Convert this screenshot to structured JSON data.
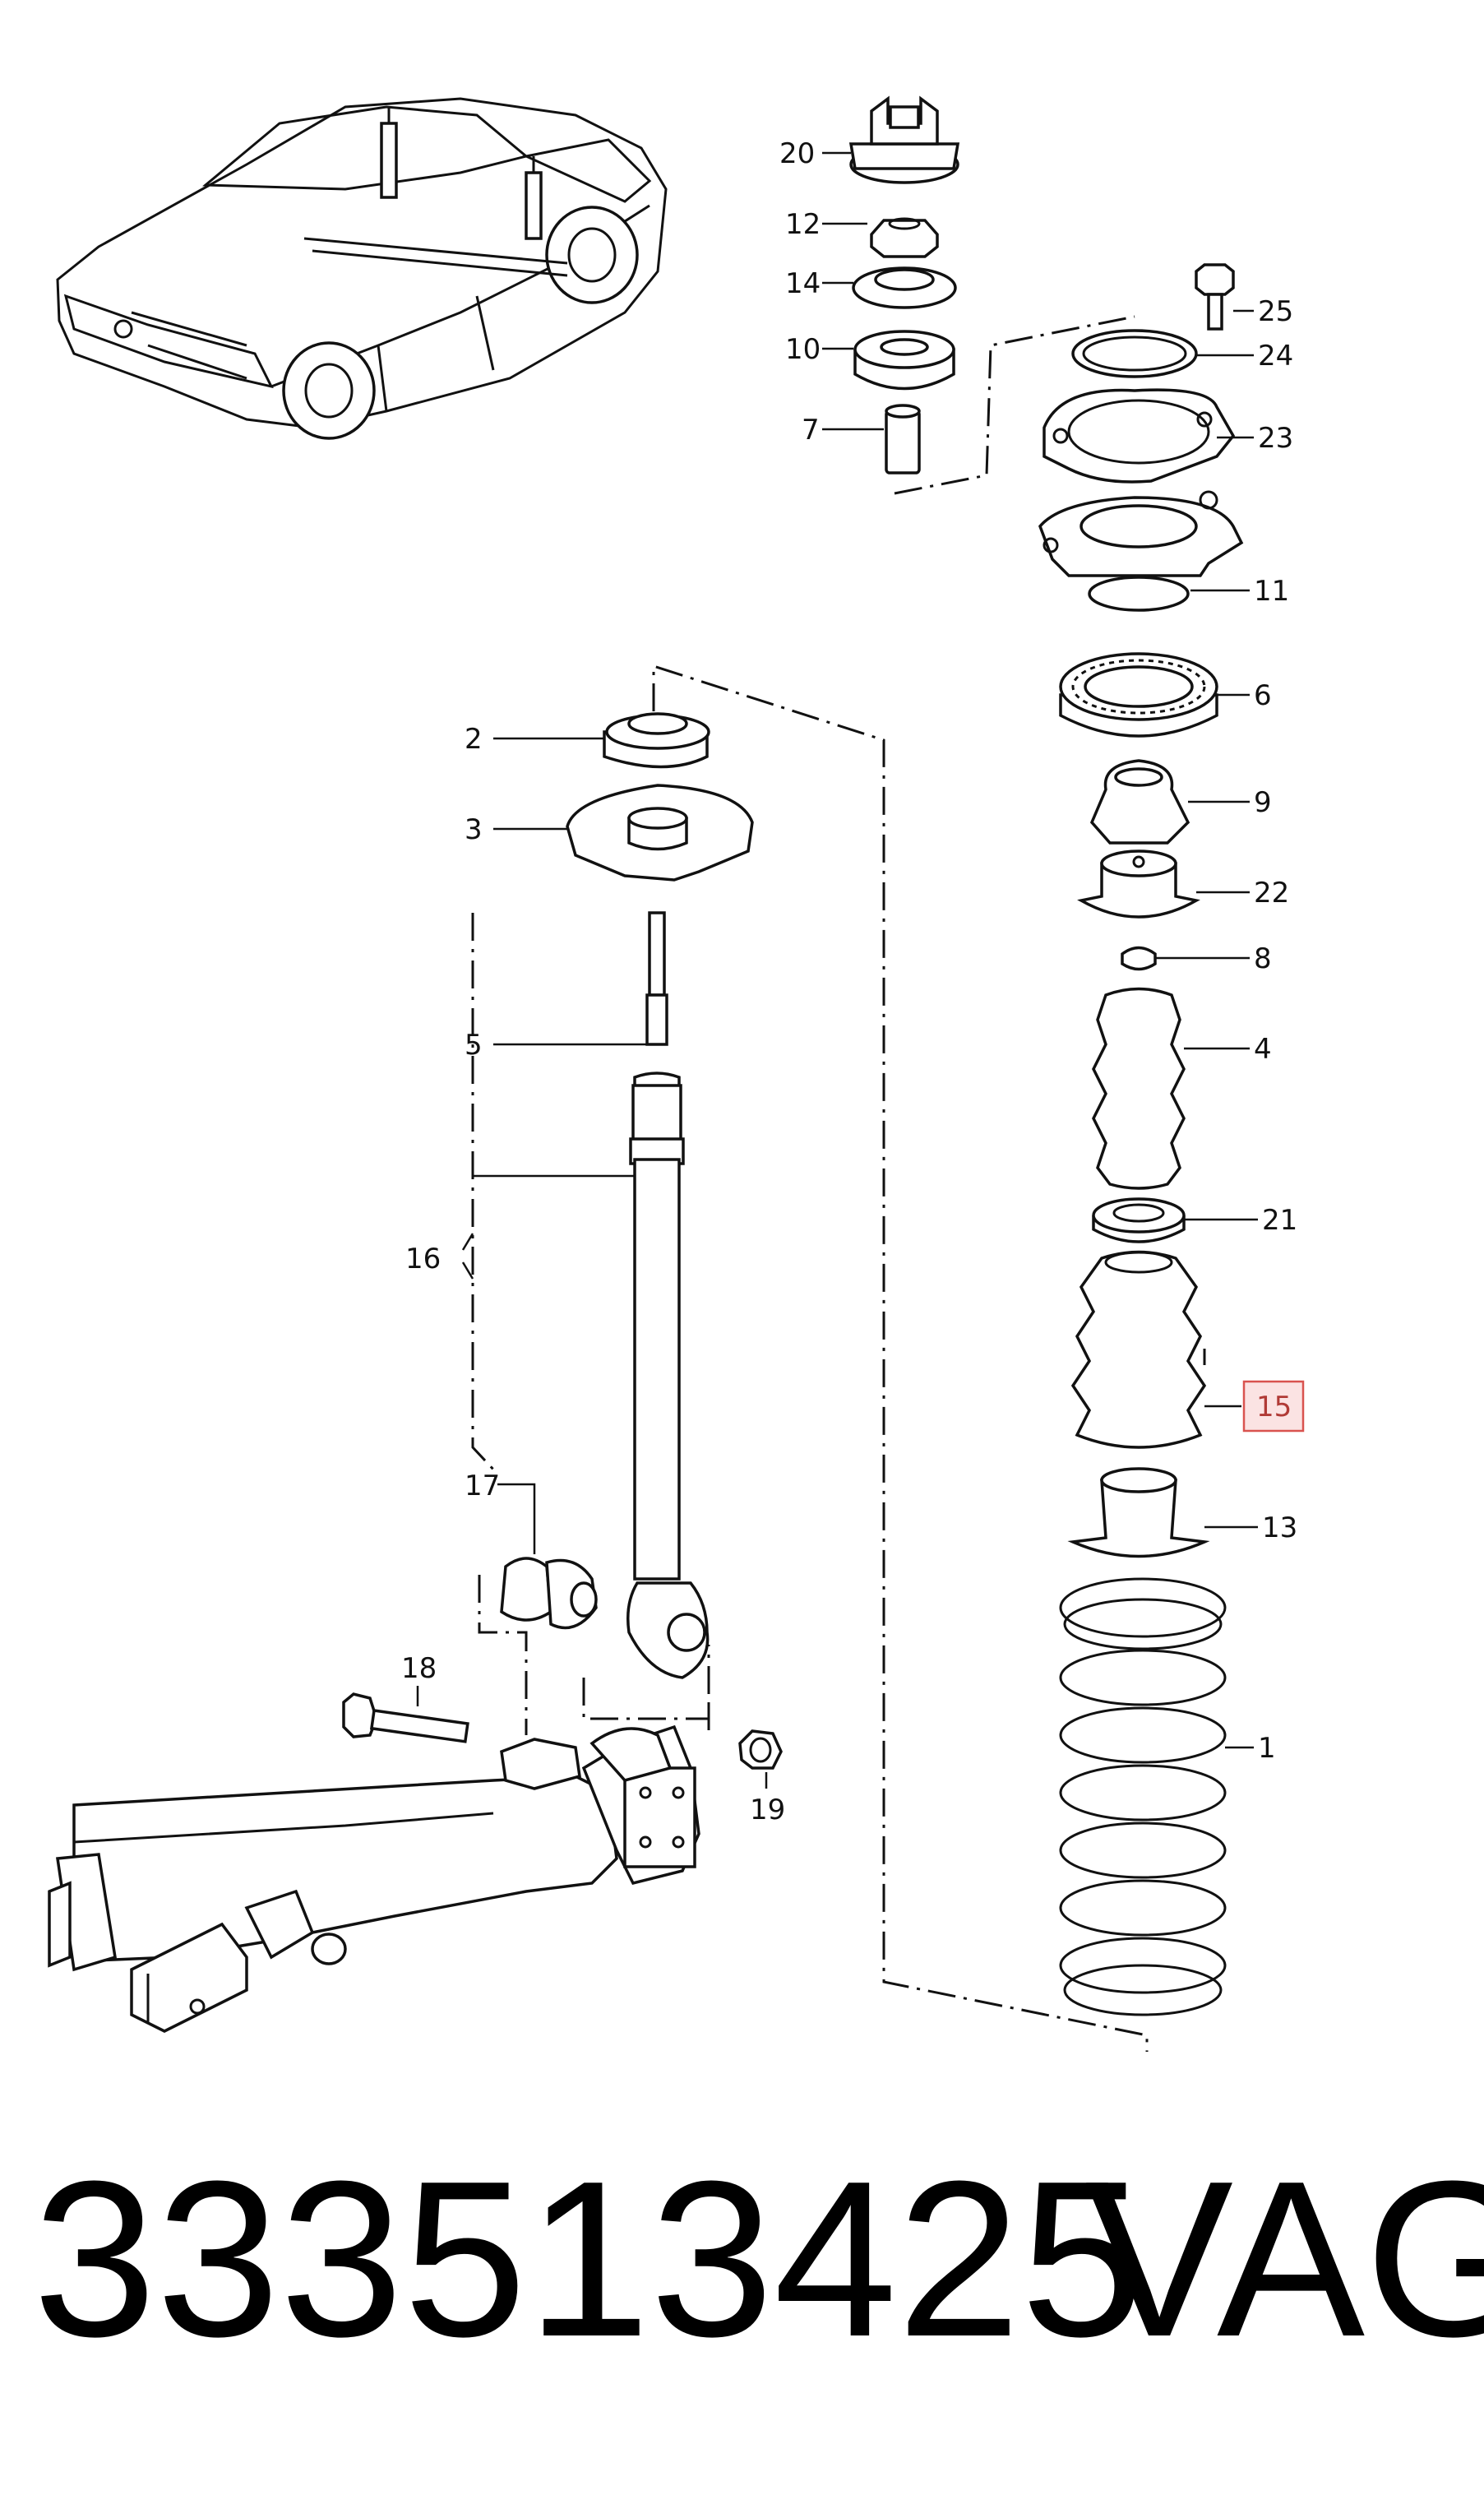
{
  "labels": {
    "p1": "1",
    "p2": "2",
    "p3": "3",
    "p4": "4",
    "p5": "5",
    "p6": "6",
    "p7": "7",
    "p8": "8",
    "p9": "9",
    "p10": "10",
    "p11": "11",
    "p12": "12",
    "p13": "13",
    "p14": "14",
    "p15": "15",
    "p16": "16",
    "p17": "17",
    "p18": "18",
    "p19": "19",
    "p20": "20",
    "p21": "21",
    "p22": "22",
    "p23": "23",
    "p24": "24",
    "p25": "25"
  },
  "highlighted_label": "15",
  "highlight_color": "#d9534f",
  "part_number": "333513425",
  "brand": "VAG"
}
